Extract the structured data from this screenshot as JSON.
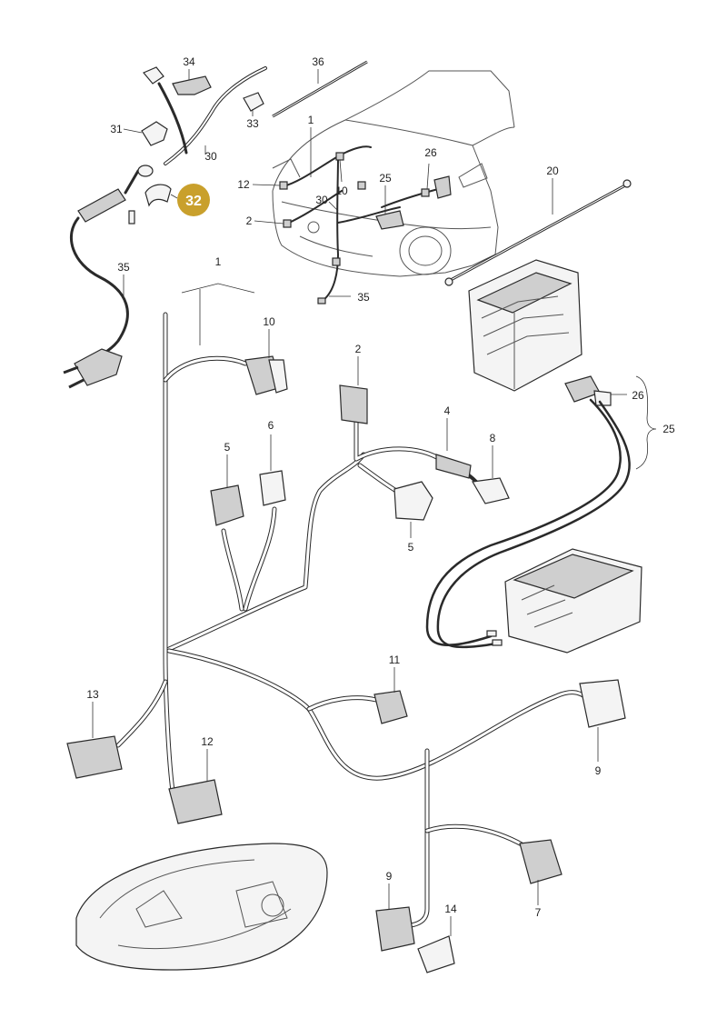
{
  "callouts": {
    "c1_top": "1",
    "c1_main": "1",
    "c2_car": "2",
    "c2_main": "2",
    "c4": "4",
    "c5a": "5",
    "c5b": "5",
    "c6": "6",
    "c7": "7",
    "c8": "8",
    "c9a": "9",
    "c9b": "9",
    "c10_car": "10",
    "c10_main": "10",
    "c11": "11",
    "c12_car": "12",
    "c12_main": "12",
    "c13": "13",
    "c14": "14",
    "c20": "20",
    "c25_car": "25",
    "c25_main": "25",
    "c26_car": "26",
    "c26_main": "26",
    "c30_car": "30",
    "c30_top": "30",
    "c31": "31",
    "c32": "32",
    "c33": "33",
    "c34": "34",
    "c35_top": "35",
    "c35_car": "35",
    "c36": "36"
  },
  "highlight_color": "#c9a02c",
  "highlight_text_color": "#ffffff"
}
